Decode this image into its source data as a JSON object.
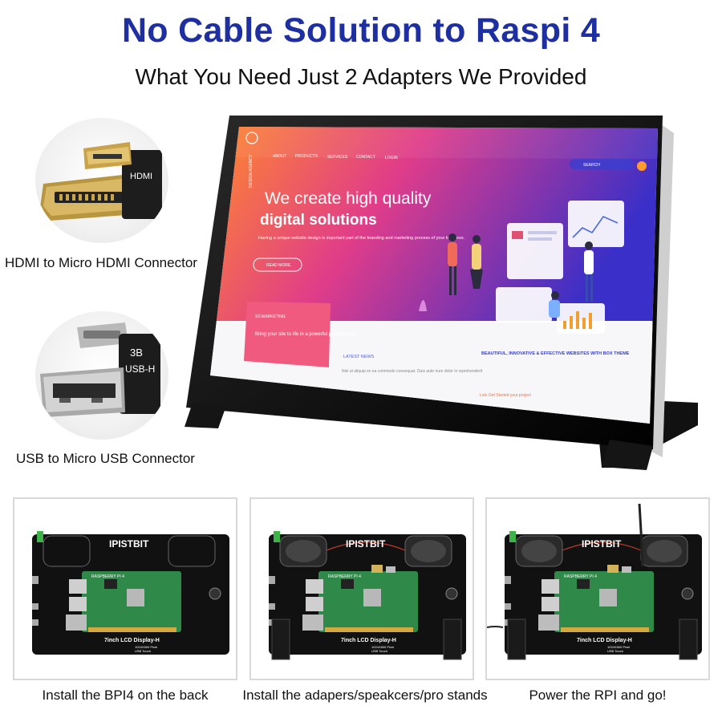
{
  "header": {
    "title": "No Cable Solution to Raspi 4",
    "subtitle": "What You Need Just 2 Adapters We Provided"
  },
  "adapters": [
    {
      "caption": "HDMI to Micro HDMI Connector",
      "icon": "hdmi-adapter-icon",
      "label": "HDMI"
    },
    {
      "caption": "USB to Micro USB Connector",
      "icon": "usb-adapter-icon",
      "label": "USB-H",
      "sublabel": "3B"
    }
  ],
  "display_screen": {
    "nav": [
      "ABOUT",
      "PRODUCTS",
      "SERVICES",
      "CONTACT",
      "LOGIN"
    ],
    "search_label": "SEARCH",
    "hero_line1": "We create high quality",
    "hero_line2": "digital solutions",
    "hero_body": "Having a unique website design is important part of the branding and marketing process of your business.",
    "cta": "READ MORE",
    "card_title": "SS MARKETING",
    "card_body": "Bring your site to life in a powerful painless way",
    "latest_title": "LATEST NEWS",
    "latest_body": "Nisi ut aliquip ex ea commodo consequat. Duis aute irure dolor in reprehenderit",
    "feature_title": "BEAUTIFUL, INNOVATIVE & EFFECTIVE WEBSITES WITH BOX THEME",
    "feature_link": "Lets Get Started your project",
    "brand_vertical": "DESIGN AGENCY"
  },
  "steps": [
    {
      "caption": "Install the BPI4 on the back"
    },
    {
      "caption": "Install the adapers/speakcers/pro stands"
    },
    {
      "caption": "Power the RPI and go!"
    }
  ],
  "board": {
    "brand": "IPISTBIT",
    "model": "7inch LCD Display-H",
    "spec1": "1024X600 Pixel",
    "spec2": "USB Touch",
    "pi_label": "RASPBERRY PI 4"
  },
  "colors": {
    "title_blue": "#1e2fa2",
    "hero_card_pink": "#f05a7e",
    "screen_gradient_start": "#ff8a2b",
    "screen_gradient_end": "#3a2fc8",
    "board_black": "#111111",
    "pcb_green": "#2f8a4a"
  }
}
